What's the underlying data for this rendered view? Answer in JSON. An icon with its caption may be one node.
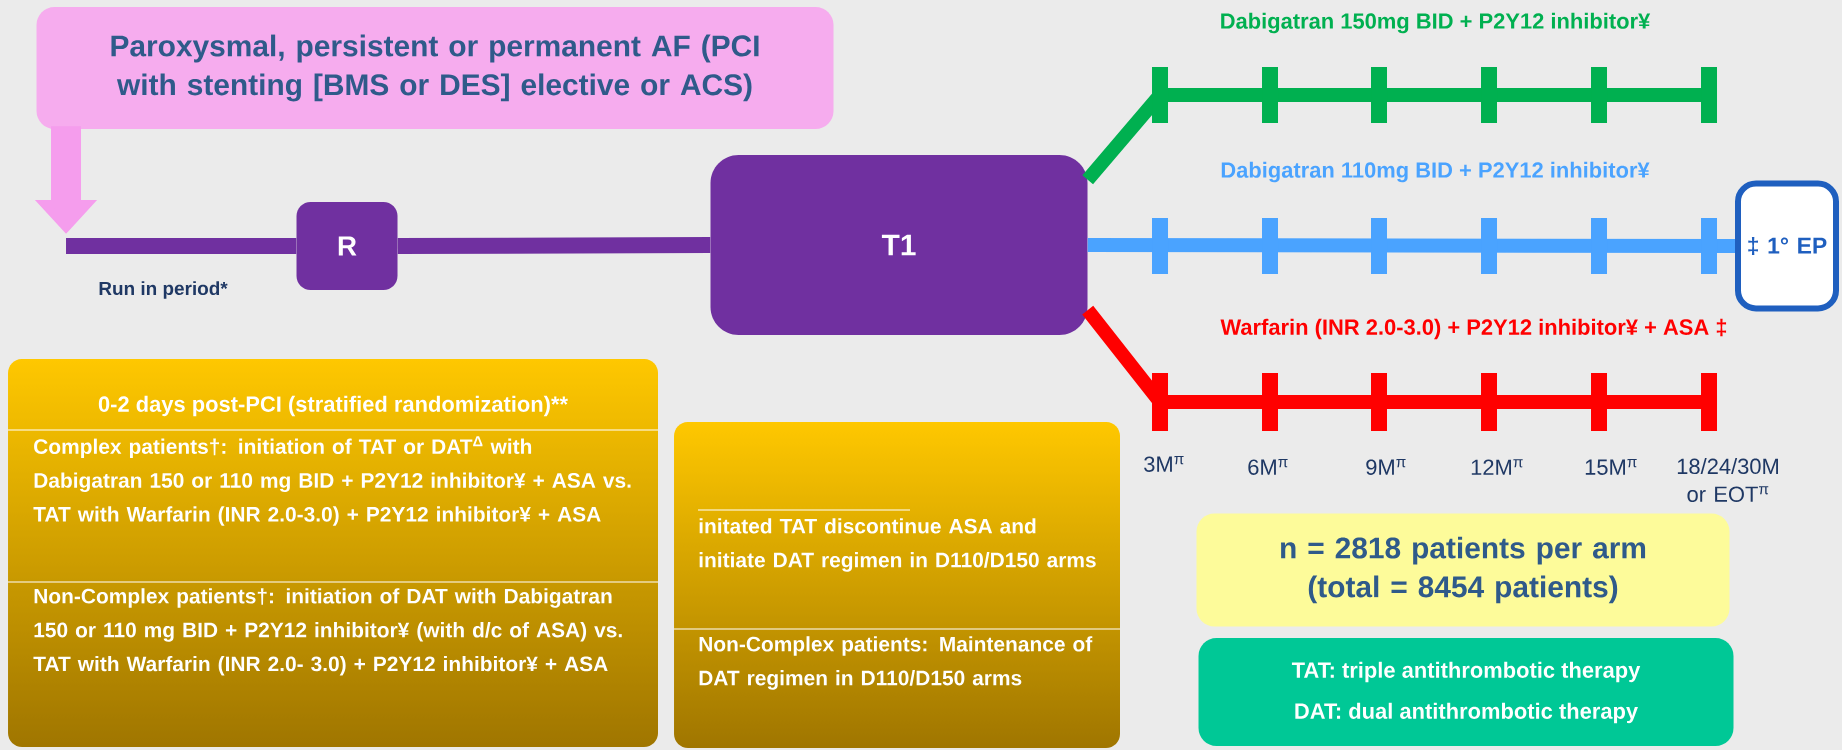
{
  "diagram": {
    "nodes": [
      {
        "text": [
          "Paroxysmal, persistent or permanent AF (PCI with stenting [BMS or DES] elective or ACS)"
        ]
      },
      {
        "text": [
          "R"
        ]
      },
      {
        "text": [
          "T1"
        ]
      },
      {
        "text": [
          "‡ 1° EP"
        ]
      },
      {
        "text": [
          "0-2 days post-PCI (stratified randomization)**",
          "Complex patients†: initiation of TAT or DAT$^{Δ}$ with Dabigatran 150 or 110 mg BID + P2Y12 inhibitor¥ + ASA vs. TAT with Warfarin (INR 2.0-3.0) + P2Y12 inhibitor¥ + ASA",
          "Non-Complex patients†: initiation of DAT with Dabigatran 150 or 110 mg BID + P2Y12 inhibitor¥ (with d/c of ASA) vs. TAT with Warfarin (INR 2.0- 3.0) + P2Y12 inhibitor¥ + ASA"
        ]
      },
      {
        "text": [
          "initated TAT discontinue ASA and initiate DAT regimen in D110/D150 arms",
          "Non-Complex patients: Maintenance of DAT regimen in D110/D150 arms"
        ]
      },
      {
        "text": [
          "n = 2818 patients per arm (total = 8454 patients)"
        ]
      },
      {
        "text": [
          "TAT: triple antithrombotic therapy",
          "DAT: dual antithrombotic therapy"
        ]
      }
    ],
    "edges": [
      {
        "from": 0,
        "to": null,
        "arrow": "to",
        "style": "thick",
        "color": "#f59ded"
      },
      {
        "from": null,
        "to": 1,
        "arrow": "none"
      },
      {
        "from": 1,
        "to": 2,
        "arrow": "none"
      },
      {
        "from": 2,
        "to": null,
        "arrow": "none",
        "color": "#00b050",
        "label": "Dabigatran 150mg BID + P2Y12 inhibitor¥"
      },
      {
        "from": 2,
        "to": 3,
        "arrow": "none",
        "color": "#4aa3ff",
        "label": "Dabigatran 110mg BID + P2Y12 inhibitor¥"
      },
      {
        "from": 2,
        "to": null,
        "arrow": "none",
        "color": "#ff0000",
        "label": "Warfarin (INR 2.0-3.0) + P2Y12 inhibitor¥ + ASA ‡"
      }
    ],
    "labels": [
      "Run in period*",
      "3M$^{π}$",
      "6M$^{π}$",
      "9M$^{π}$",
      "12M$^{π}$",
      "15M$^{π}$",
      "18/24/30M or EOT$^{π}$"
    ]
  }
}
